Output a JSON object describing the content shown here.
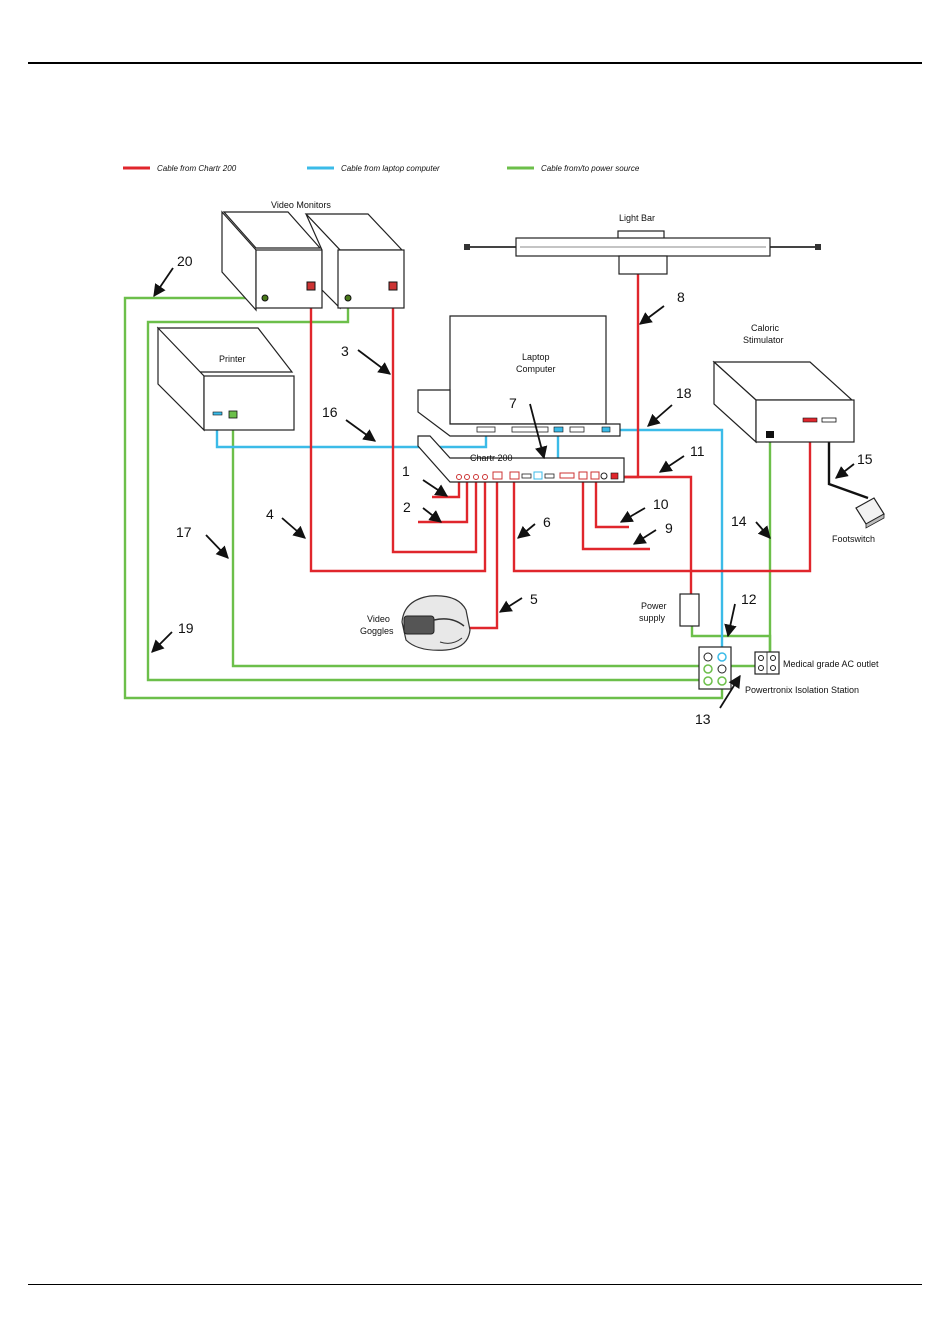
{
  "legend": [
    {
      "label": "Cable from Chartr 200",
      "color": "#e0262c"
    },
    {
      "label": "Cable from laptop computer",
      "color": "#3bbbe8"
    },
    {
      "label": "Cable from/to power source",
      "color": "#6cbf4a"
    }
  ],
  "components": {
    "video_monitors": "Video Monitors",
    "light_bar": "Light Bar",
    "printer": "Printer",
    "laptop_line1": "Laptop",
    "laptop_line2": "Computer",
    "chartr": "Chartr 200",
    "caloric_line1": "Caloric",
    "caloric_line2": "Stimulator",
    "footswitch": "Footswitch",
    "video_goggles_line1": "Video",
    "video_goggles_line2": "Goggles",
    "power_supply_line1": "Power",
    "power_supply_line2": "supply",
    "ac_outlet": "Medical grade AC outlet",
    "isolation_station": "Powertronix Isolation Station"
  },
  "callouts": [
    "1",
    "2",
    "3",
    "4",
    "5",
    "6",
    "7",
    "8",
    "9",
    "10",
    "11",
    "12",
    "13",
    "14",
    "15",
    "16",
    "17",
    "18",
    "19",
    "20"
  ]
}
